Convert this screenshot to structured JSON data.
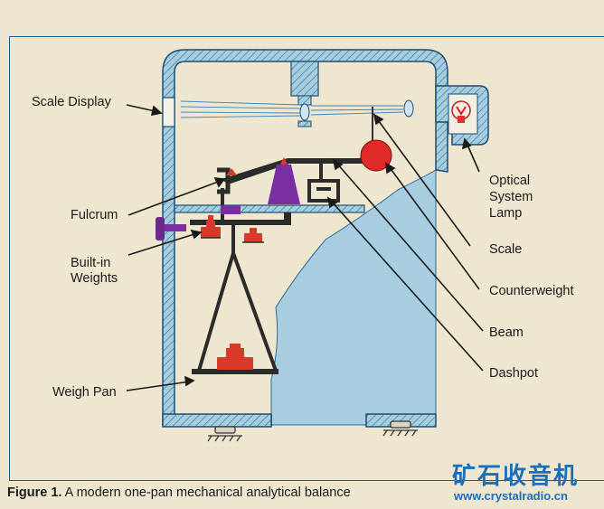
{
  "labels": {
    "scale_display": "Scale Display",
    "fulcrum": "Fulcrum",
    "built_in_weights_line1": "Built-in",
    "built_in_weights_line2": "Weights",
    "weigh_pan": "Weigh Pan",
    "optical_line1": "Optical",
    "optical_line2": "System",
    "optical_line3": "Lamp",
    "scale": "Scale",
    "counterweight": "Counterweight",
    "beam": "Beam",
    "dashpot": "Dashpot"
  },
  "caption": {
    "figure": "Figure 1.",
    "text": "A modern one-pan mechanical analytical balance"
  },
  "watermark": {
    "chinese": "矿石收音机",
    "url": "www.crystalradio.cn"
  },
  "colors": {
    "background": "#efe6d0",
    "casing_fill": "#9fc8da",
    "casing_stroke": "#1d4d78",
    "interior_blue": "#a9cde0",
    "beam": "#2b2b2b",
    "counterweight": "#e02a2a",
    "fulcrum_block": "#7a2fa0",
    "weights": "#d83a2a",
    "knob": "#6a2a8a",
    "lamp": "#e23b2b"
  }
}
